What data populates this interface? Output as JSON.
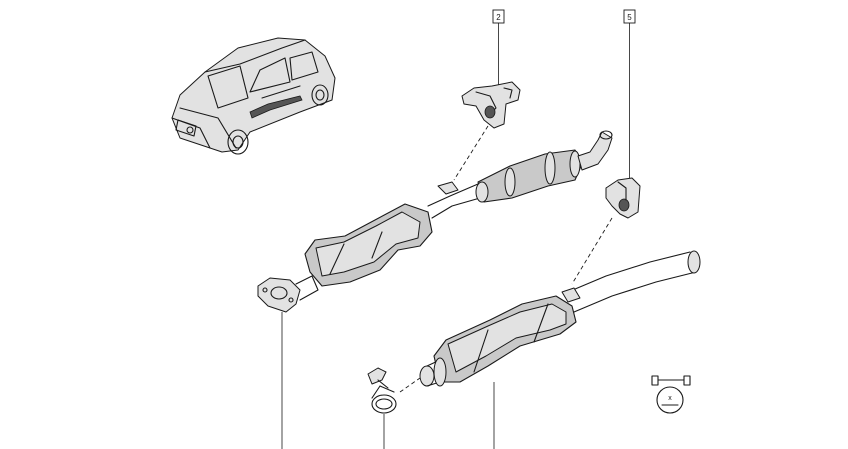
{
  "diagram": {
    "callouts": [
      {
        "id": "ref-2",
        "label": "2"
      },
      {
        "id": "ref-5",
        "label": "5"
      }
    ],
    "symbol": {
      "label": "x"
    }
  }
}
